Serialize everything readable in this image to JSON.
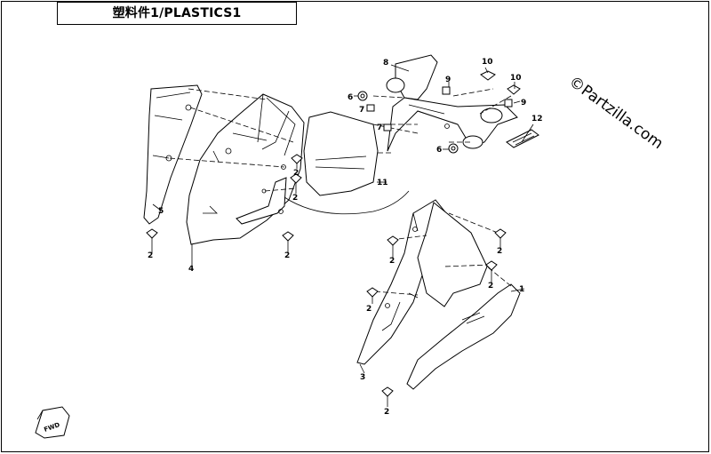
{
  "title": "塑料件1/PLASTICS1",
  "watermark": "©Partzilla.com",
  "callouts": [
    {
      "id": "c1",
      "text": "1"
    },
    {
      "id": "c2a",
      "text": "2"
    },
    {
      "id": "c2b",
      "text": "2"
    },
    {
      "id": "c2c",
      "text": "2"
    },
    {
      "id": "c2d",
      "text": "2"
    },
    {
      "id": "c2e",
      "text": "2"
    },
    {
      "id": "c2f",
      "text": "2"
    },
    {
      "id": "c2g",
      "text": "2"
    },
    {
      "id": "c2h",
      "text": "2"
    },
    {
      "id": "c2i",
      "text": "2"
    },
    {
      "id": "c3",
      "text": "3"
    },
    {
      "id": "c4",
      "text": "4"
    },
    {
      "id": "c5",
      "text": "5"
    },
    {
      "id": "c6a",
      "text": "6"
    },
    {
      "id": "c6b",
      "text": "6"
    },
    {
      "id": "c7a",
      "text": "7"
    },
    {
      "id": "c7b",
      "text": "7"
    },
    {
      "id": "c8",
      "text": "8"
    },
    {
      "id": "c9a",
      "text": "9"
    },
    {
      "id": "c9b",
      "text": "9"
    },
    {
      "id": "c10a",
      "text": "10"
    },
    {
      "id": "c10b",
      "text": "10"
    },
    {
      "id": "c11",
      "text": "11"
    },
    {
      "id": "c12",
      "text": "12"
    }
  ],
  "fwd_label": "FWD"
}
